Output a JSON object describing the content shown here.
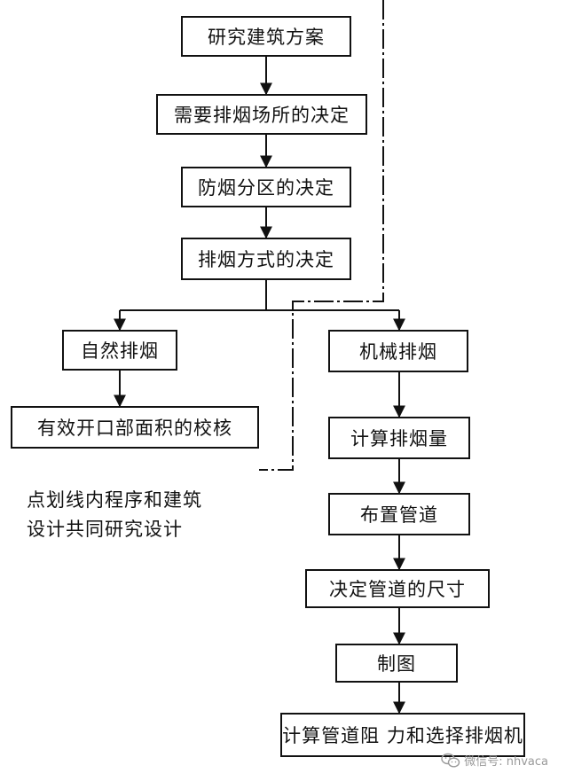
{
  "steps": {
    "study_plan": "研究建筑方案",
    "smoke_areas": "需要排烟场所的决定",
    "smoke_zones": "防烟分区的决定",
    "exhaust_method": "排烟方式的决定",
    "natural": "自然排烟",
    "mechanical": "机械排烟",
    "opening_check": "有效开口部面积的校核",
    "calc_volume": "计算排烟量",
    "layout_ducts": "布置管道",
    "duct_size": "决定管道的尺寸",
    "drawing": "制图",
    "fan_select": "计算管道阻 力和选择排烟机"
  },
  "note": {
    "line1": "点划线内程序和建筑",
    "line2": "设计共同研究设计"
  },
  "watermark": {
    "icon": "wechat-icon",
    "text": "微信号: nhvaca"
  },
  "colors": {
    "line": "#111111",
    "watermark": "#9a9a9a"
  }
}
